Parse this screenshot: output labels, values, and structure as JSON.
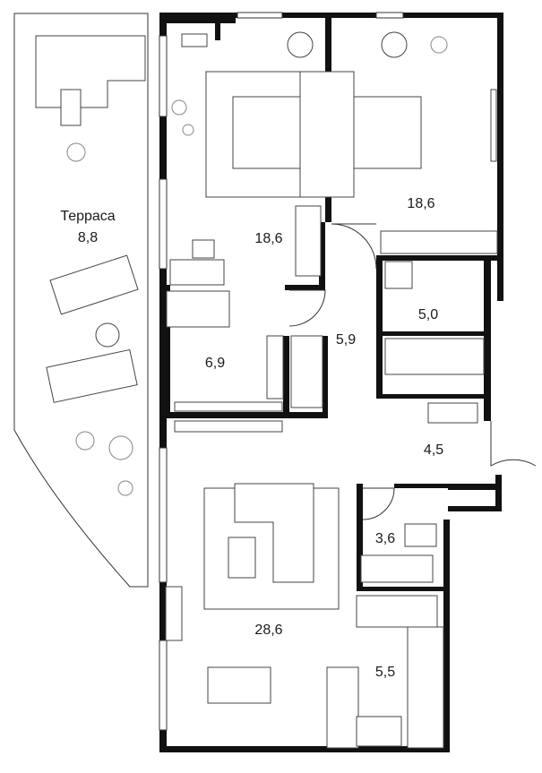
{
  "plan": {
    "rooms": [
      {
        "id": "terrace",
        "name": "Терраса",
        "area": "8,8"
      },
      {
        "id": "bedroom-left",
        "area": "18,6"
      },
      {
        "id": "bedroom-right",
        "area": "18,6"
      },
      {
        "id": "bathroom",
        "area": "5,0"
      },
      {
        "id": "study",
        "area": "6,9"
      },
      {
        "id": "hall",
        "area": "5,9"
      },
      {
        "id": "entrance",
        "area": "4,5"
      },
      {
        "id": "wc",
        "area": "3,6"
      },
      {
        "id": "living",
        "area": "28,6"
      },
      {
        "id": "kitchen",
        "area": "5,5"
      }
    ],
    "colors": {
      "wall": "#111111",
      "line": "#444444",
      "plant": "#999999"
    }
  }
}
